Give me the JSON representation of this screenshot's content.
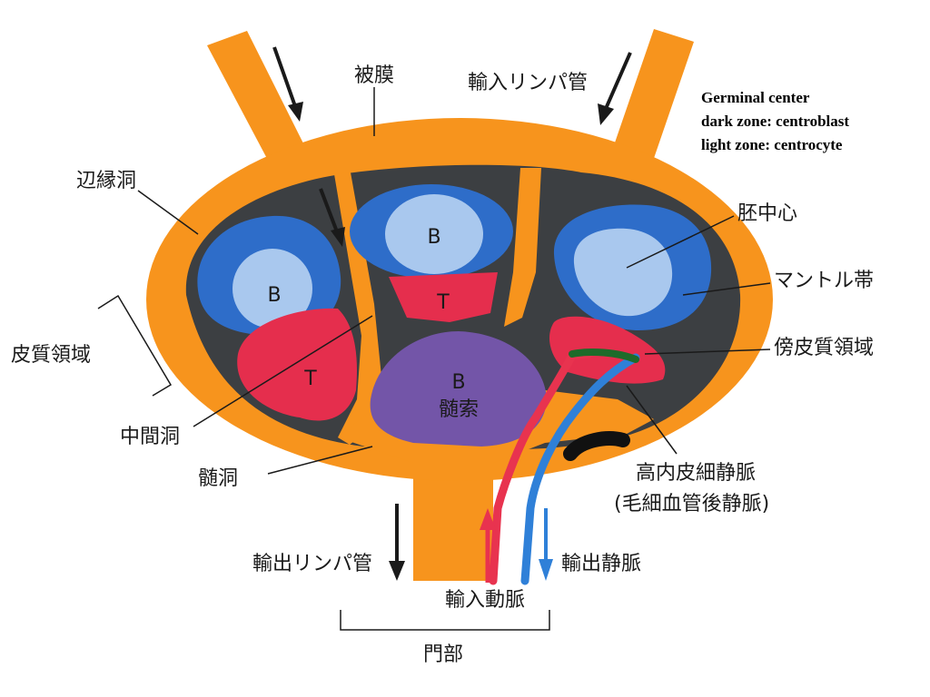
{
  "colors": {
    "capsule": "#F7941D",
    "cortex": "#3C3F42",
    "follicle": "#2E6DC9",
    "germinal": "#A9C8EE",
    "t_zone": "#E52E4D",
    "medulla": "#7355A8",
    "artery": "#E8334F",
    "vein": "#2F80D8",
    "hev": "#1E6B2A"
  },
  "annotation": {
    "line1": "Germinal center",
    "line2": "dark zone: centroblast",
    "line3": "light zone: centrocyte"
  },
  "labels": {
    "capsule": "被膜",
    "afferent_lymph": "輸入リンパ管",
    "subcapsular_sinus": "辺縁洞",
    "germinal_center": "胚中心",
    "mantle_zone": "マントル帯",
    "cortex_region": "皮質領域",
    "paracortex": "傍皮質領域",
    "intermediate_sinus": "中間洞",
    "medullary_sinus": "髄洞",
    "hev_line1": "高内皮細静脈",
    "hev_line2": "(毛細血管後静脈)",
    "efferent_lymph": "輸出リンパ管",
    "afferent_artery": "輸入動脈",
    "efferent_vein": "輸出静脈",
    "hilum": "門部"
  },
  "cells": {
    "b_left": "B",
    "t_left": "T",
    "b_center": "B",
    "t_center": "T",
    "b_medulla": "B",
    "medullary_cord": "髄索"
  }
}
